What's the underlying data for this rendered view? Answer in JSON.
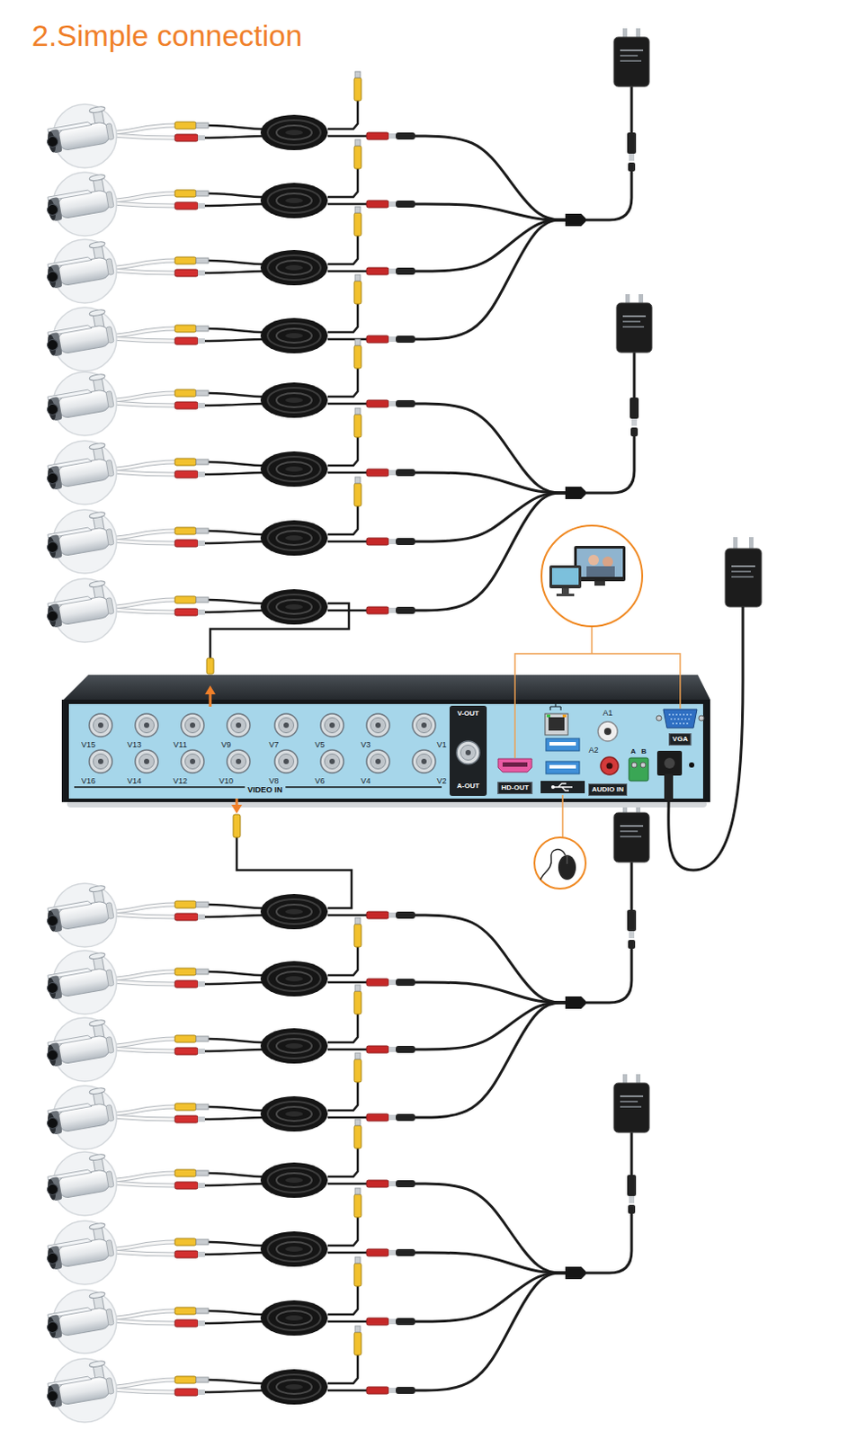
{
  "diagram": {
    "title": "2.Simple connection",
    "labels": [
      "V15",
      "V13",
      "V11",
      "V9",
      "V7",
      "V5",
      "V3",
      "V1",
      "V16",
      "V14",
      "V12",
      "V10",
      "V8",
      "V6",
      "V4",
      "V2",
      "VIDEO IN",
      "V-OUT",
      "A-OUT",
      "HD-OUT",
      "A1",
      "A2",
      "AUDIO IN",
      "VGA",
      "A",
      "B"
    ]
  }
}
